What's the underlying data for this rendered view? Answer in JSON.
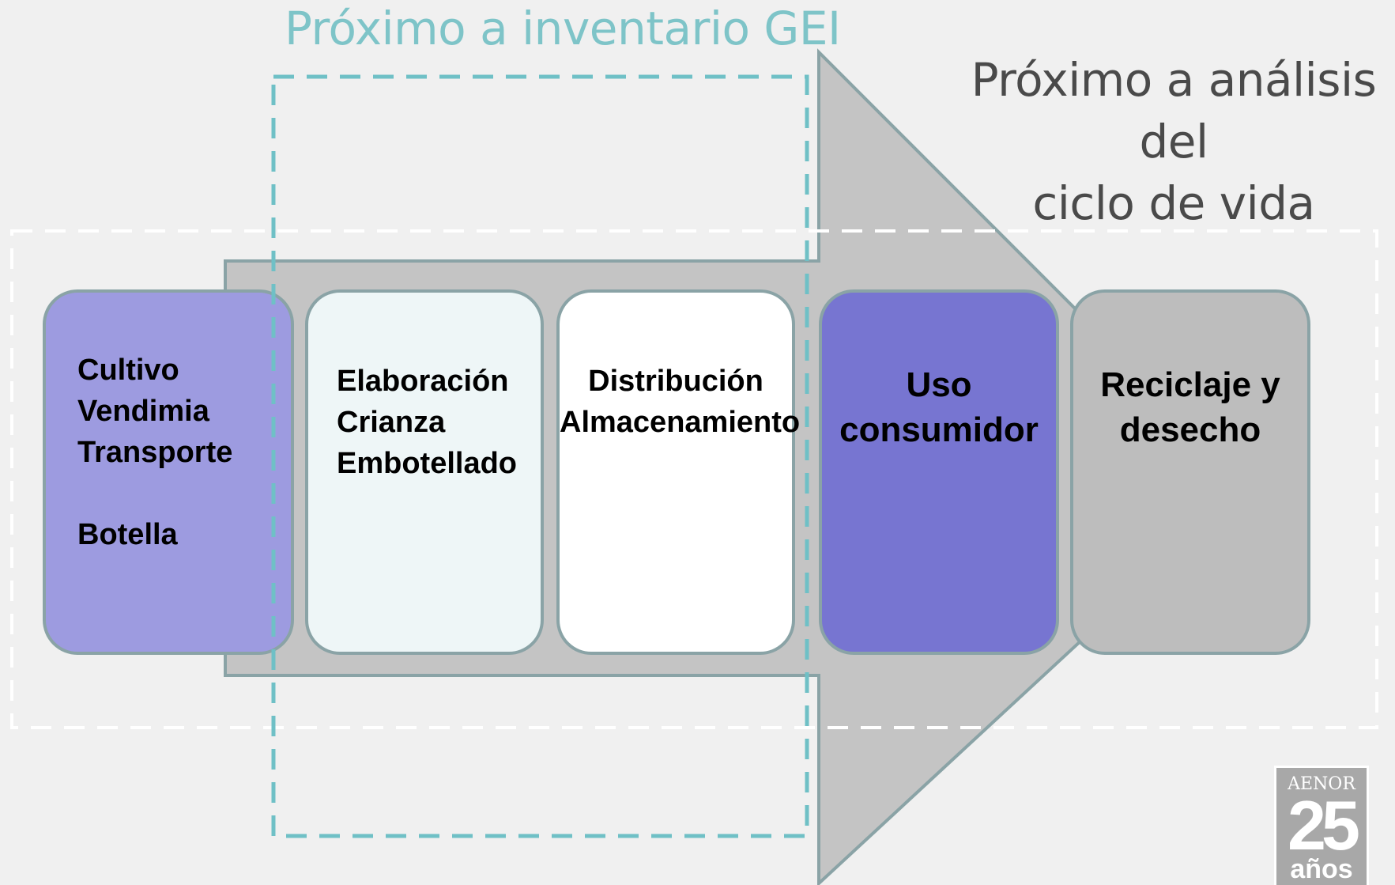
{
  "titles": {
    "gei": "Próximo a inventario GEI",
    "acv_line1": "Próximo a análisis del",
    "acv_line2": "ciclo de vida"
  },
  "stages": {
    "stage1": {
      "lines": [
        "Cultivo",
        "Vendimia",
        "Transporte",
        "Botella"
      ]
    },
    "stage2": {
      "lines": [
        "Elaboración",
        "Crianza",
        "Embotellado"
      ]
    },
    "stage3": {
      "lines": [
        "Distribución",
        "Almacenamiento"
      ]
    },
    "stage4": {
      "lines": [
        "Uso",
        "consumidor"
      ]
    },
    "stage5": {
      "lines": [
        "Reciclaje y",
        "desecho"
      ]
    }
  },
  "logo": {
    "brand": "AENOR",
    "number": "25",
    "years": "años"
  },
  "colors": {
    "background": "#f0f0f0",
    "arrow_fill": "#c4c4c4",
    "arrow_stroke": "#8aa3a6",
    "gei_dash": "#6fc0c6",
    "acv_dash": "#ffffff",
    "stage1": "#9d9be0",
    "stage2": "#eef6f7",
    "stage3": "#ffffff",
    "stage4": "#7775d1",
    "stage5": "#bdbdbd"
  }
}
